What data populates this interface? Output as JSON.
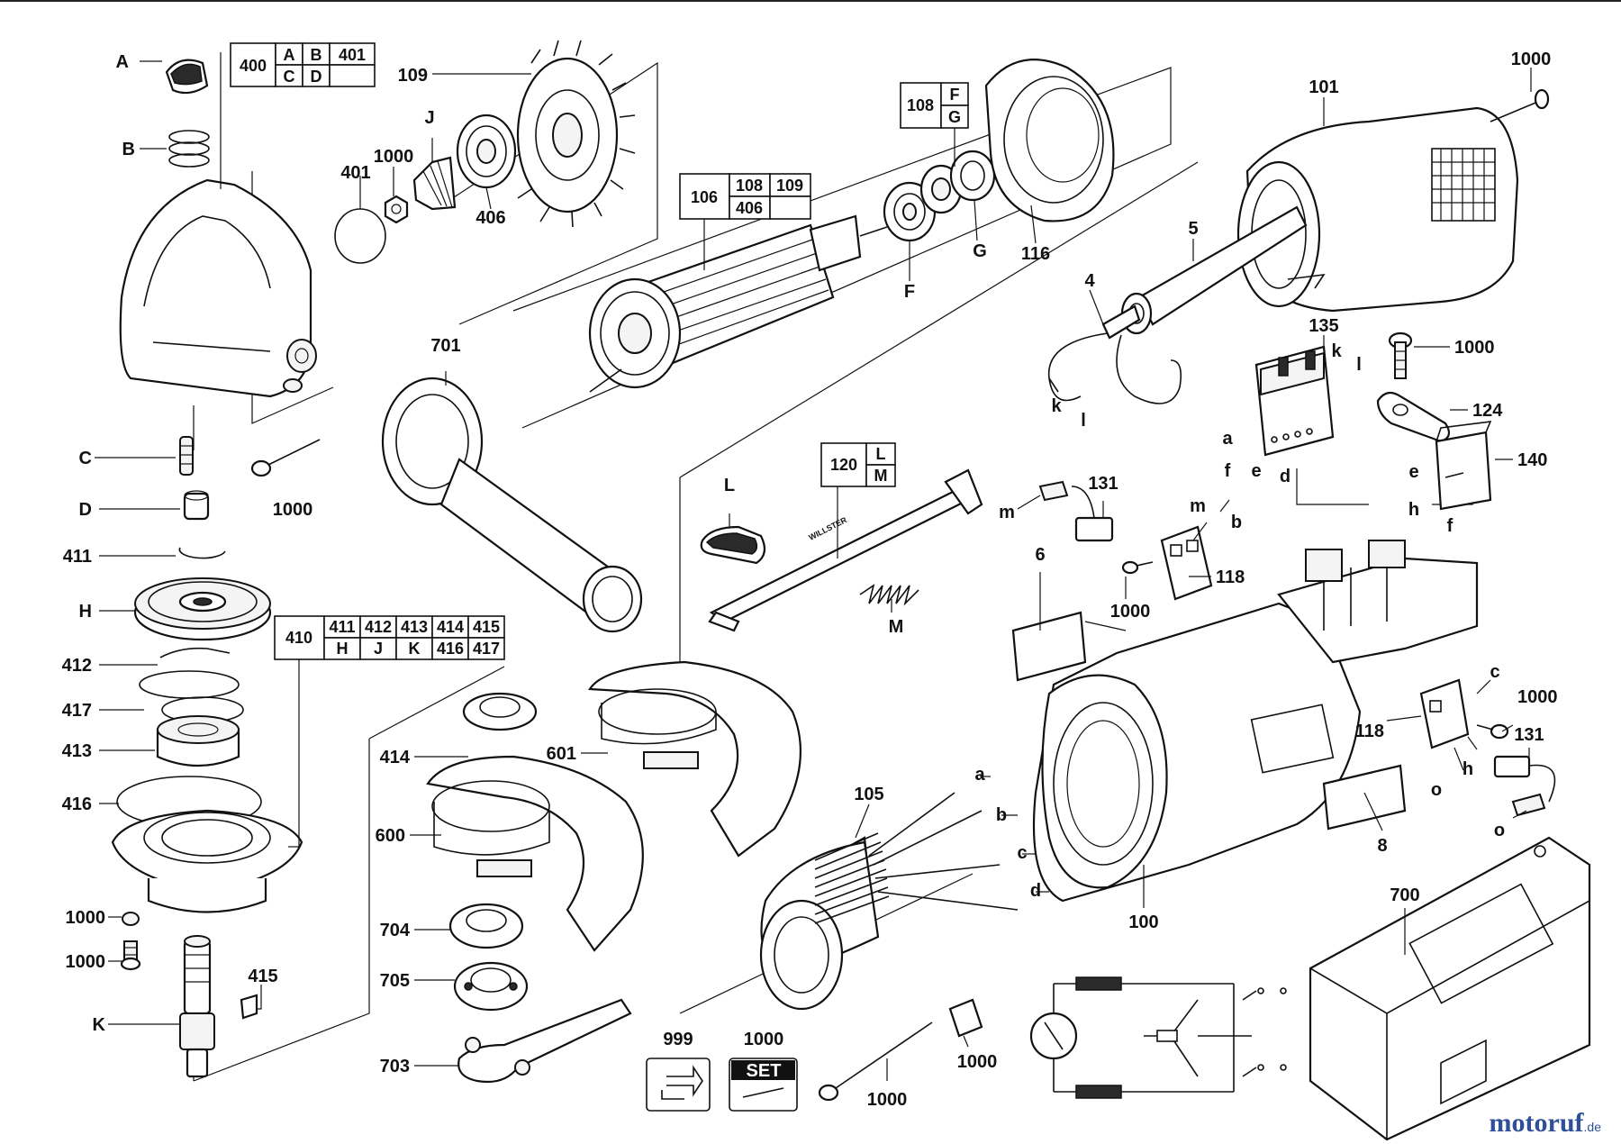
{
  "labels": {
    "A": "A",
    "B": "B",
    "C": "C",
    "D": "D",
    "411": "411",
    "H": "H",
    "412": "412",
    "417": "417",
    "413": "413",
    "416": "416",
    "1000_a": "1000",
    "1000_b": "1000",
    "K": "K",
    "415": "415",
    "109": "109",
    "401": "401",
    "1000_c": "1000",
    "J": "J",
    "406": "406",
    "1000_d": "1000",
    "701": "701",
    "106_lbl": "F",
    "G": "G",
    "116": "116",
    "101": "101",
    "1000_e": "1000",
    "5": "5",
    "4": "4",
    "k1": "k",
    "l1": "l",
    "135": "135",
    "k2": "k",
    "l2": "l",
    "a1": "a",
    "f1": "f",
    "e1": "e",
    "d1": "d",
    "1000_f": "1000",
    "124": "124",
    "140": "140",
    "e2": "e",
    "h1": "h",
    "f2": "f",
    "L": "L",
    "M": "M",
    "131_a": "131",
    "m1": "m",
    "m2": "m",
    "b1": "b",
    "118_a": "118",
    "6": "6",
    "1000_g": "1000",
    "c1": "c",
    "1000_h": "1000",
    "118_b": "118",
    "131_b": "131",
    "h2": "h",
    "o1": "o",
    "o2": "o",
    "8": "8",
    "700": "700",
    "100": "100",
    "414": "414",
    "601": "601",
    "600": "600",
    "704": "704",
    "705": "705",
    "703": "703",
    "105": "105",
    "wa": "a",
    "wb": "b",
    "wc": "c",
    "wd": "d",
    "999": "999",
    "1000_set": "1000",
    "set_text": "SET",
    "1000_i": "1000",
    "1000_j": "1000"
  },
  "tables": {
    "t400": {
      "c1": "400",
      "c2": "A",
      "c3": "B",
      "c4": "401",
      "c5": "C",
      "c6": "D"
    },
    "t106": {
      "c1": "106",
      "c2": "108",
      "c3": "109",
      "c4": "406"
    },
    "t108": {
      "c1": "108",
      "c2": "F",
      "c3": "G"
    },
    "t120": {
      "c1": "120",
      "c2": "L",
      "c3": "M"
    },
    "t410": {
      "c1": "410",
      "c2": "411",
      "c3": "412",
      "c4": "413",
      "c5": "414",
      "c6": "415",
      "c7": "H",
      "c8": "J",
      "c9": "K",
      "c10": "416",
      "c11": "417"
    }
  },
  "stamp_text": "WILLSTER",
  "brand": {
    "name": "motoruf",
    "tld": ".de",
    "color": "#2f4f9a"
  }
}
